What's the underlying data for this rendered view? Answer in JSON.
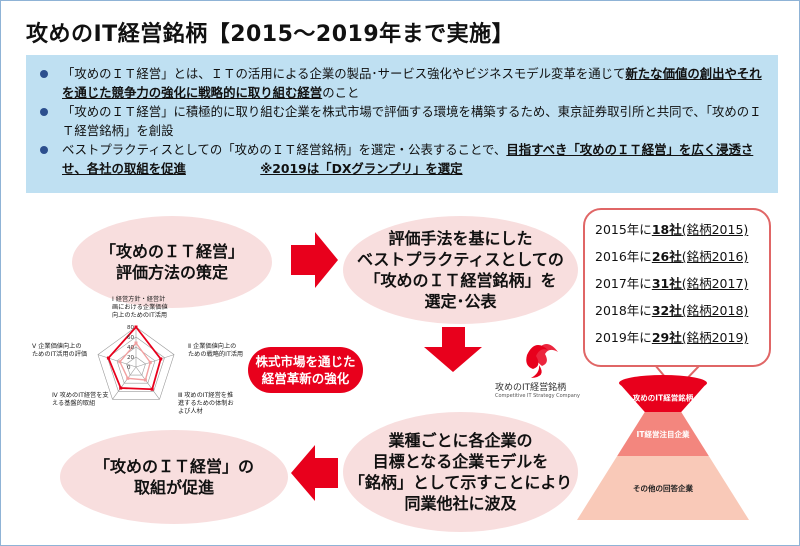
{
  "title": "攻めのIT経営銘柄【2015～2019年まで実施】",
  "bullets": [
    {
      "parts": [
        {
          "t": "「攻めのＩＴ経営」とは、ＩＴの活用による企業の製品･サービス強化やビジネスモデル変革を通じて",
          "bold": false
        },
        {
          "t": "新たな価値の創出やそれを通じた競争力の強化に戦略的に取り組む経営",
          "bold": true
        },
        {
          "t": "のこと",
          "bold": false
        }
      ]
    },
    {
      "parts": [
        {
          "t": "「攻めのＩＴ経営」に積極的に取り組む企業を株式市場で評価する環境を構築するため、東京証券取引所と共同で、「攻めのＩＴ経営銘柄」を創設",
          "bold": false
        }
      ]
    },
    {
      "parts": [
        {
          "t": "ベストプラクティスとしての「攻めのＩＴ経営銘柄」を選定・公表することで、",
          "bold": false
        },
        {
          "t": "目指すべき「攻めのＩＴ経営」を広く浸透させ、各社の取組を促進",
          "bold": true
        },
        {
          "t": "　　　　　　",
          "bold": false
        },
        {
          "t": "※2019は「DXグランプリ」を選定",
          "bold": true
        }
      ]
    }
  ],
  "cycle": {
    "top_left": "「攻めのＩＴ経営」\n評価方法の策定",
    "top_right": "評価手法を基にした\nベストプラクティスとしての\n「攻めのＩＴ経営銘柄」を\n選定･公表",
    "bottom_right": "業種ごとに各企業の\n目標となる企業モデルを\n「銘柄」として示すことにより\n同業他社に波及",
    "bottom_left": "「攻めのＩＴ経営」の\n取組が促進",
    "center_pill": "株式市場を通じた\n経営革新の強化"
  },
  "radar": {
    "axes": [
      "Ⅰ 経営方針・経営計\n画における企業価値\n向上のためのIT活用",
      "Ⅱ 企業価値向上の\nための戦略的IT活用",
      "Ⅲ 攻めのIT経営を推\n進するための体制お\nよび人材",
      "Ⅳ 攻めのIT経営を支\nえる基盤的取組",
      "Ⅴ 企業価値向上の\nためのIT活用の評価"
    ],
    "ticks": [
      "80",
      "60",
      "40",
      "20",
      "0"
    ],
    "series_a": [
      80,
      52,
      55,
      52,
      58
    ],
    "series_b": [
      48,
      30,
      32,
      28,
      34
    ],
    "colors": {
      "a": "#e8001c",
      "b": "#f2a0a0"
    }
  },
  "history": [
    {
      "pre": "2015年に",
      "count": "18社",
      "post": "(銘柄2015)"
    },
    {
      "pre": "2016年に",
      "count": "26社",
      "post": "(銘柄2016)"
    },
    {
      "pre": "2017年に",
      "count": "31社",
      "post": "(銘柄2017)"
    },
    {
      "pre": "2018年に",
      "count": "32社",
      "post": "(銘柄2018)"
    },
    {
      "pre": "2019年に",
      "count": "29社",
      "post": "(銘柄2019)"
    }
  ],
  "logo": {
    "name": "攻めのIT経営銘柄",
    "sub": "Competitive IT Strategy Company"
  },
  "pyramid": {
    "tiers": [
      "攻めのIT経営銘柄",
      "IT経営注目企業",
      "その他の回答企業"
    ],
    "colors": [
      "#e8001c",
      "#f3867e",
      "#f9c9b8"
    ]
  },
  "colors": {
    "accent": "#e8001c",
    "info_bg": "#bfe0f2",
    "ellipse": "#f8dede",
    "bullet": "#2c4f8e"
  }
}
